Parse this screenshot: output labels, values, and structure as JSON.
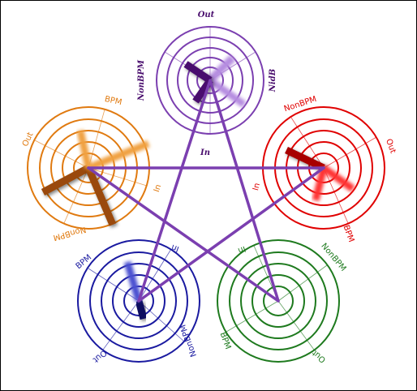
{
  "nodes": [
    {
      "id": "purple",
      "color": "#7b3fb0",
      "dark": "#4a0f6e",
      "light": "#b58ce0",
      "labels": {
        "out": "Out",
        "in": "In",
        "bpm": "NonBPM",
        "nonbpm": "NidB"
      }
    },
    {
      "id": "red",
      "color": "#e00000",
      "dark": "#a80000",
      "light": "#ff5555",
      "labels": {
        "out": "Out",
        "in": "In",
        "bpm": "BPM",
        "nonbpm": "NonBPM"
      }
    },
    {
      "id": "green",
      "color": "#1e7a1e",
      "dark": "#0a3f0a",
      "light": "#3d9a3d",
      "labels": {
        "out": "Out",
        "in": "In",
        "bpm": "BPM",
        "nonbpm": "NonBPM"
      }
    },
    {
      "id": "blue",
      "color": "#1a1aa0",
      "dark": "#0a0a5e",
      "light": "#4a50d0",
      "labels": {
        "out": "Out",
        "in": "In",
        "bpm": "BPM",
        "nonbpm": "NonBPM"
      }
    },
    {
      "id": "orange",
      "color": "#e07a10",
      "dark": "#9a4a08",
      "light": "#f0a040",
      "labels": {
        "out": "Out",
        "in": "In",
        "bpm": "BPM",
        "nonbpm": "NonBPM"
      }
    }
  ],
  "connector_color": "#7b3fb0"
}
